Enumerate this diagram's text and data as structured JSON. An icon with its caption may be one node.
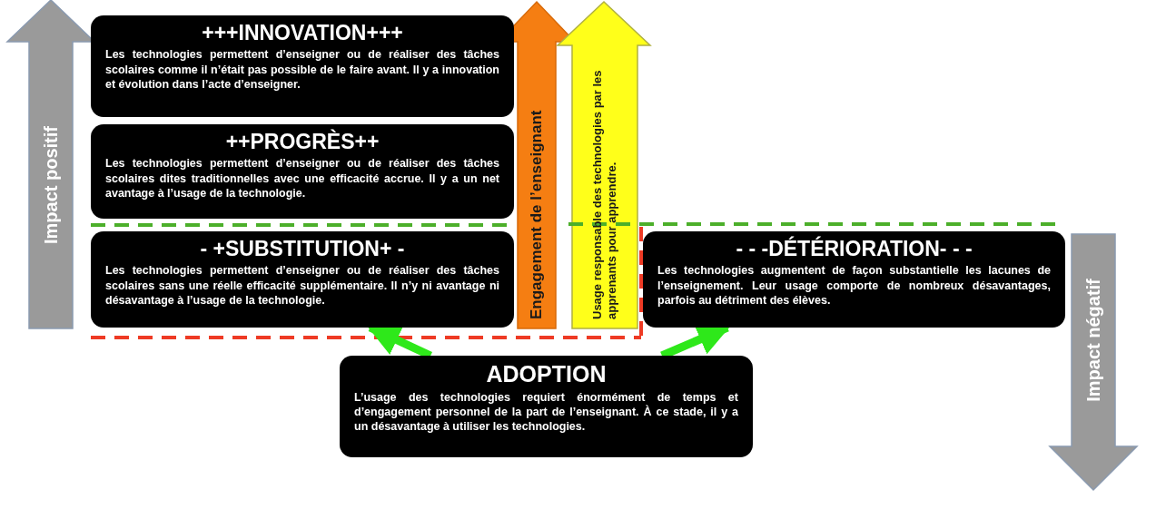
{
  "diagram": {
    "nodes": [
      {
        "text": [
          "+++INNOVATION+++",
          "Les technologies permettent d’enseigner ou de réaliser des tâches scolaires comme il n’était pas possible de le faire avant. Il y a innovation et évolution dans l’acte d’enseigner."
        ]
      },
      {
        "text": [
          "++PROGRÈS++",
          "Les technologies permettent d’enseigner ou de réaliser des tâches scolaires dites traditionnelles avec une efficacité accrue. Il y a un net avantage à l’usage de la technologie."
        ]
      },
      {
        "text": [
          "- +SUBSTITUTION+ -",
          "Les technologies permettent d’enseigner ou de réaliser des tâches scolaires sans une réelle efficacité supplémentaire. Il n’y ni avantage ni désavantage à l’usage de la technologie."
        ]
      },
      {
        "text": [
          "- - -DÉTÉRIORATION- - -",
          "Les technologies augmentent de façon substantielle les lacunes de l’enseignement. Leur usage comporte de nombreux désavantages, parfois au détriment des élèves."
        ]
      },
      {
        "text": [
          "ADOPTION",
          "L’usage des technologies requiert énormément de temps et d’engagement personnel de la part de l’enseignant. À ce stade, il y a un désavantage à utiliser les technologies."
        ]
      }
    ],
    "edges": [
      {
        "from": 4,
        "to": 2,
        "arrow": "to"
      },
      {
        "from": 4,
        "to": 3,
        "arrow": "to"
      }
    ],
    "labels": [
      "Impact positif",
      "Engagement de l’enseignant",
      "Usage responsable des technologies par les apprenants pour apprendre.",
      "Impact négatif"
    ]
  }
}
